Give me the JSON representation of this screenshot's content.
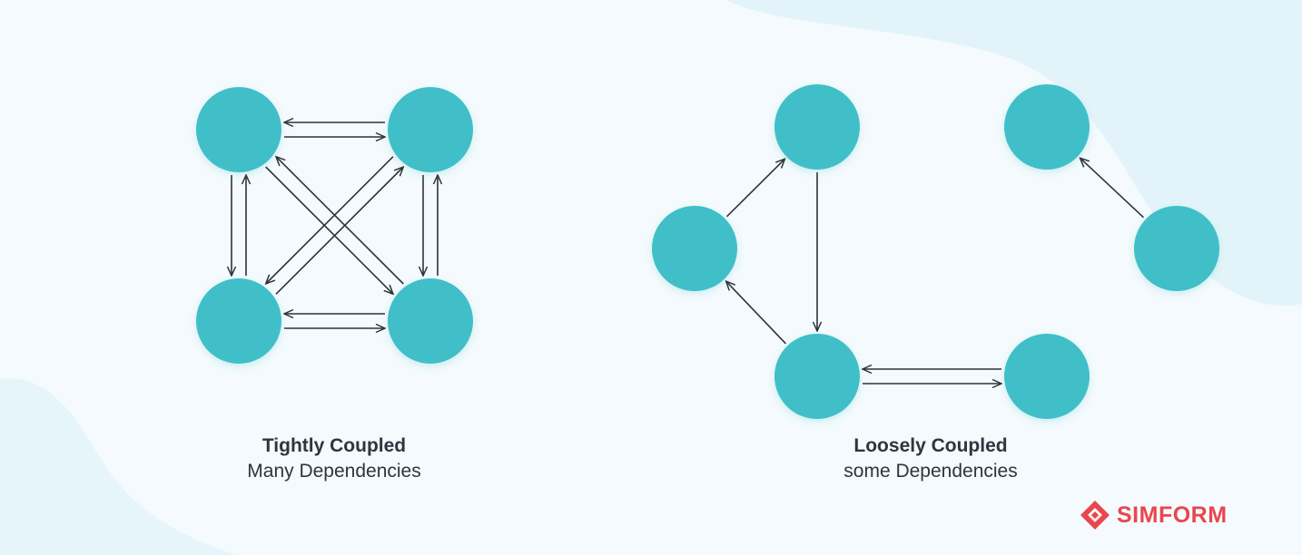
{
  "colors": {
    "node": "#3fbfc8",
    "edge": "#2f3338",
    "text": "#2b3640",
    "brand": "#e8474f",
    "bg_light": "#f4fafd",
    "bg_blob": "#e2f4f9"
  },
  "captions": {
    "tight_title": "Tightly Coupled",
    "tight_sub": "Many Dependencies",
    "loose_title": "Loosely Coupled",
    "loose_sub": "some Dependencies"
  },
  "brand": {
    "name": "SIMFORM",
    "icon": "simform-logo-icon"
  },
  "diagram": {
    "nodes": [
      {
        "id": "t-tl",
        "group": "tight"
      },
      {
        "id": "t-tr",
        "group": "tight"
      },
      {
        "id": "t-bl",
        "group": "tight"
      },
      {
        "id": "t-br",
        "group": "tight"
      },
      {
        "id": "l-left",
        "group": "loose"
      },
      {
        "id": "l-top",
        "group": "loose"
      },
      {
        "id": "l-bottom",
        "group": "loose"
      },
      {
        "id": "l-bottom-right",
        "group": "loose"
      },
      {
        "id": "l-far-top",
        "group": "loose"
      },
      {
        "id": "l-far-right",
        "group": "loose"
      }
    ],
    "edges": [
      {
        "from": "t-tl",
        "to": "t-tr"
      },
      {
        "from": "t-tr",
        "to": "t-tl"
      },
      {
        "from": "t-bl",
        "to": "t-br"
      },
      {
        "from": "t-br",
        "to": "t-bl"
      },
      {
        "from": "t-tl",
        "to": "t-bl"
      },
      {
        "from": "t-bl",
        "to": "t-tl"
      },
      {
        "from": "t-tr",
        "to": "t-br"
      },
      {
        "from": "t-br",
        "to": "t-tr"
      },
      {
        "from": "t-tl",
        "to": "t-br"
      },
      {
        "from": "t-br",
        "to": "t-tl"
      },
      {
        "from": "t-tr",
        "to": "t-bl"
      },
      {
        "from": "t-bl",
        "to": "t-tr"
      },
      {
        "from": "l-left",
        "to": "l-top"
      },
      {
        "from": "l-top",
        "to": "l-bottom"
      },
      {
        "from": "l-bottom",
        "to": "l-left"
      },
      {
        "from": "l-bottom",
        "to": "l-bottom-right"
      },
      {
        "from": "l-bottom-right",
        "to": "l-bottom"
      },
      {
        "from": "l-far-right",
        "to": "l-far-top"
      }
    ]
  }
}
